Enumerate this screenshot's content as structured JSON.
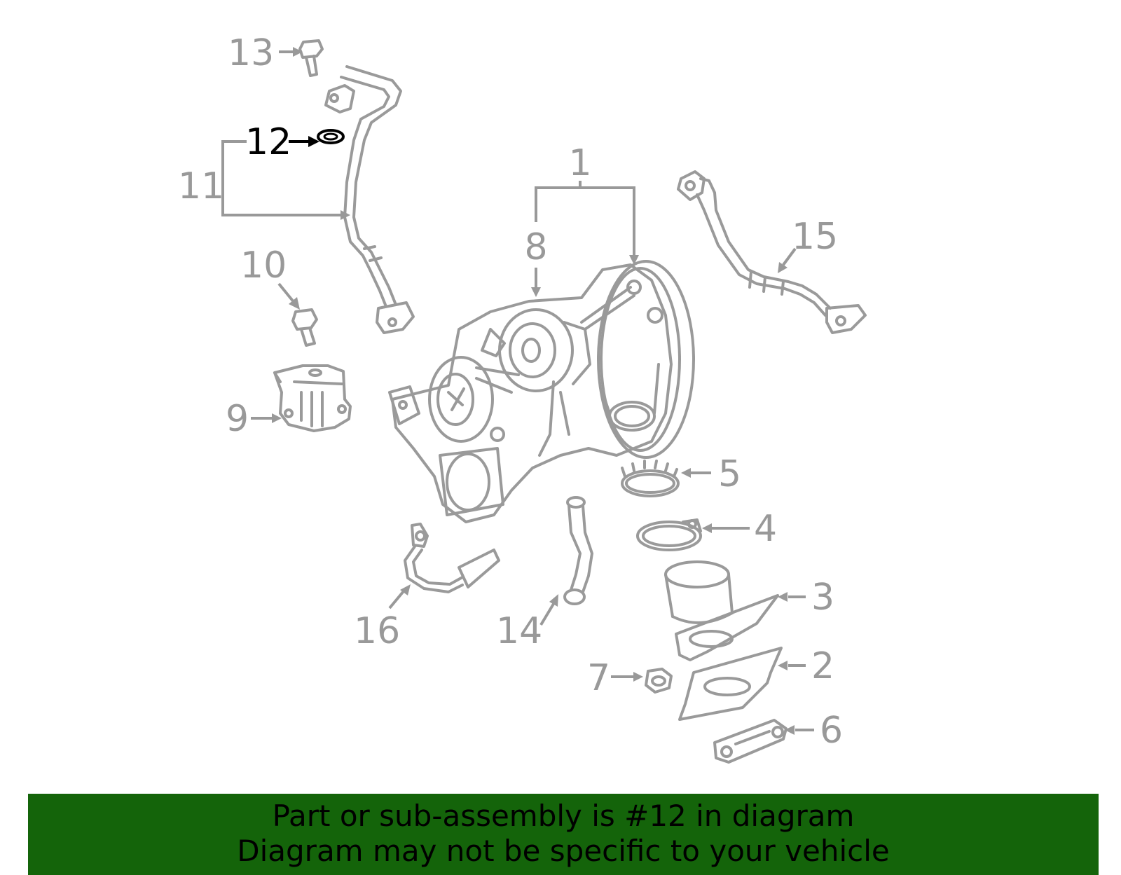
{
  "diagram": {
    "callouts": [
      "1",
      "2",
      "3",
      "4",
      "5",
      "6",
      "7",
      "8",
      "9",
      "10",
      "11",
      "12",
      "13",
      "14",
      "15",
      "16"
    ],
    "highlighted_callout": "12",
    "highlight_color": "#000000",
    "part_color": "#9a9a9a"
  },
  "banner": {
    "line1": "Part or sub-assembly is #12 in diagram",
    "line2": "Diagram may not be specific to your vehicle",
    "background": "#14640a"
  }
}
